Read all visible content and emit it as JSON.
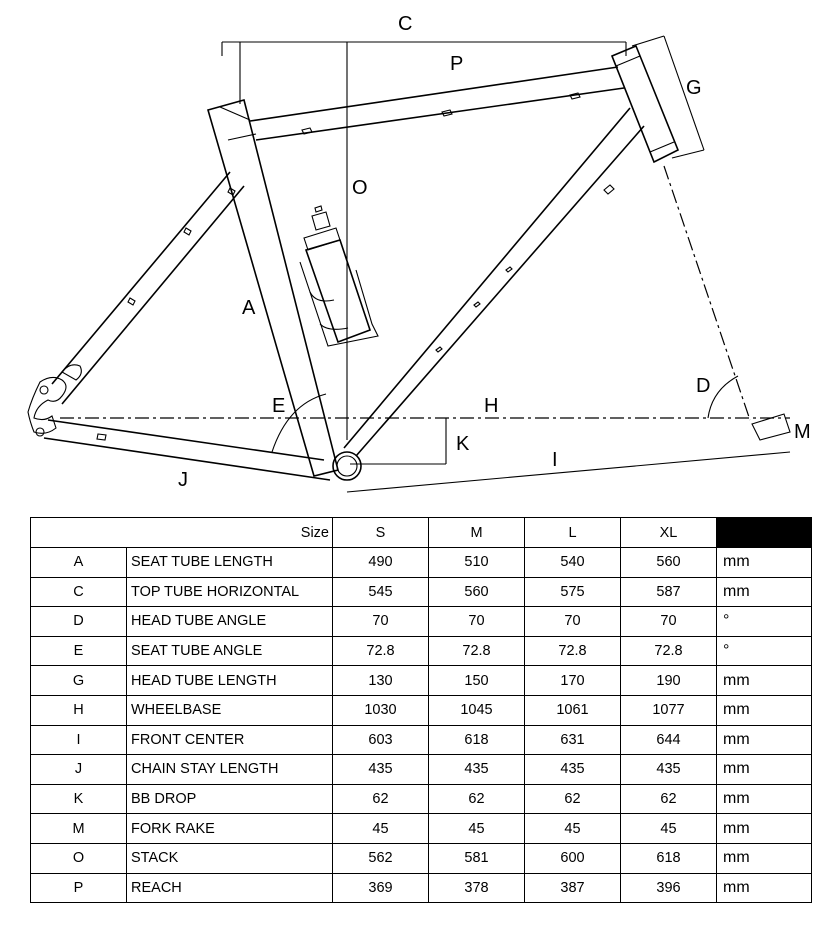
{
  "diagram": {
    "labels": {
      "C": "C",
      "P": "P",
      "G": "G",
      "O": "O",
      "A": "A",
      "D": "D",
      "E": "E",
      "H": "H",
      "K": "K",
      "M": "M",
      "I": "I",
      "J": "J"
    }
  },
  "table": {
    "size_header": "Size",
    "sizes": [
      "S",
      "M",
      "L",
      "XL"
    ],
    "rows": [
      {
        "key": "A",
        "label": "SEAT TUBE LENGTH",
        "values": [
          "490",
          "510",
          "540",
          "560"
        ],
        "unit": "mm"
      },
      {
        "key": "C",
        "label": "TOP TUBE HORIZONTAL",
        "values": [
          "545",
          "560",
          "575",
          "587"
        ],
        "unit": "mm"
      },
      {
        "key": "D",
        "label": "HEAD TUBE ANGLE",
        "values": [
          "70",
          "70",
          "70",
          "70"
        ],
        "unit": "°"
      },
      {
        "key": "E",
        "label": "SEAT TUBE ANGLE",
        "values": [
          "72.8",
          "72.8",
          "72.8",
          "72.8"
        ],
        "unit": "°"
      },
      {
        "key": "G",
        "label": "HEAD TUBE LENGTH",
        "values": [
          "130",
          "150",
          "170",
          "190"
        ],
        "unit": "mm"
      },
      {
        "key": "H",
        "label": "WHEELBASE",
        "values": [
          "1030",
          "1045",
          "1061",
          "1077"
        ],
        "unit": "mm"
      },
      {
        "key": "I",
        "label": "FRONT CENTER",
        "values": [
          "603",
          "618",
          "631",
          "644"
        ],
        "unit": "mm"
      },
      {
        "key": "J",
        "label": "CHAIN STAY LENGTH",
        "values": [
          "435",
          "435",
          "435",
          "435"
        ],
        "unit": "mm"
      },
      {
        "key": "K",
        "label": "BB DROP",
        "values": [
          "62",
          "62",
          "62",
          "62"
        ],
        "unit": "mm"
      },
      {
        "key": "M",
        "label": "FORK RAKE",
        "values": [
          "45",
          "45",
          "45",
          "45"
        ],
        "unit": "mm"
      },
      {
        "key": "O",
        "label": "STACK",
        "values": [
          "562",
          "581",
          "600",
          "618"
        ],
        "unit": "mm"
      },
      {
        "key": "P",
        "label": "REACH",
        "values": [
          "369",
          "378",
          "387",
          "396"
        ],
        "unit": "mm"
      }
    ]
  }
}
